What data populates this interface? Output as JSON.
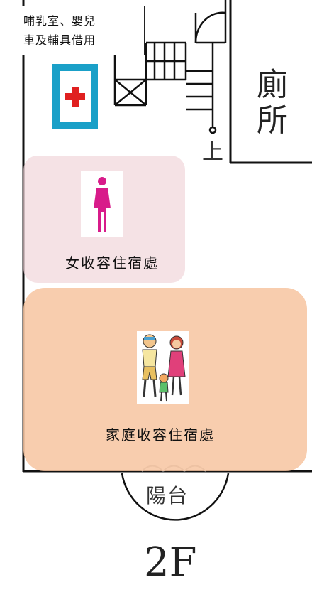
{
  "map": {
    "top_label_line1": "哺乳室、嬰兒",
    "top_label_line2": "車及輔具借用",
    "toilet_char1": "廁",
    "toilet_char2": "所",
    "stairs_up": "上",
    "women_zone_label": "女收容住宿處",
    "family_zone_label": "家庭收容住宿處",
    "balcony_label": "陽台",
    "floor_label": "2F"
  },
  "icons": {
    "first_aid": "first-aid-cross-icon",
    "women": "woman-restroom-icon",
    "family": "family-illustration-icon"
  },
  "colors": {
    "first_aid_frame": "#1aa0c8",
    "first_aid_cross": "#e02020",
    "women_zone": "#f0d2d7",
    "family_zone": "#f7c4a0",
    "women_figure": "#d81b8a"
  }
}
